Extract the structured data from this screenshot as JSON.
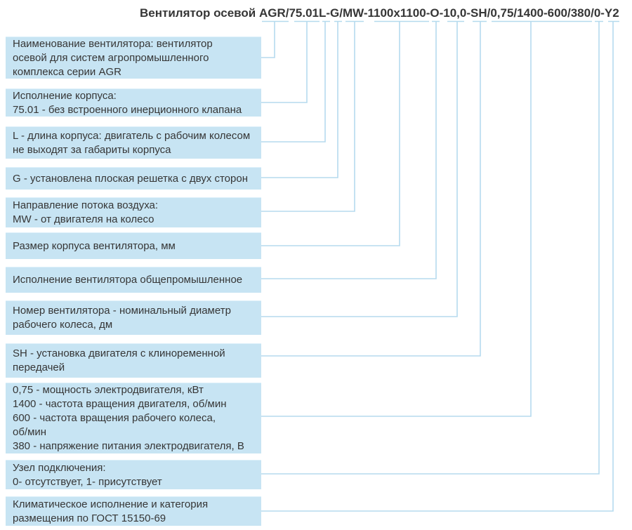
{
  "title": "Вентилятор осевой AGR/75.01L-G/MW-1100x1100-O-10,0-SH/0,75/1400-600/380/0-Y2",
  "colors": {
    "box_fill": "#c7e4f3",
    "connector_line": "#b5daee",
    "text": "#363636",
    "background": "#ffffff"
  },
  "rows": [
    {
      "text": "Наименование вентилятора: вентилятор\nосевой для систем агропромышленного\nкомплекса серии AGR"
    },
    {
      "text": "Исполнение корпуса:\n75.01 - без встроенного инерционного клапана"
    },
    {
      "text": "L - длина корпуса: двигатель с рабочим колесом\nне выходят за габариты корпуса"
    },
    {
      "text": "G - установлена плоская решетка с двух сторон"
    },
    {
      "text": "Направление потока воздуха:\nMW - от двигателя на колесо"
    },
    {
      "text": "Размер корпуса вентилятора, мм"
    },
    {
      "text": "Исполнение вентилятора общепромышленное"
    },
    {
      "text": "Номер вентилятора - номинальный диаметр\nрабочего колеса, дм"
    },
    {
      "text": "SH - установка двигателя с клиноременной\nпередачей"
    },
    {
      "text": "0,75 - мощность электродвигателя, кВт\n1400 - частота вращения двигателя, об/мин\n600 - частота вращения рабочего колеса,\nоб/мин\n380 - напряжение питания электродвигателя, В"
    },
    {
      "text": "Узел подключения:\n0- отсутствует, 1- присутствует"
    },
    {
      "text": "Климатическое исполнение и категория\nразмещения по ГОСТ 15150-69"
    }
  ]
}
